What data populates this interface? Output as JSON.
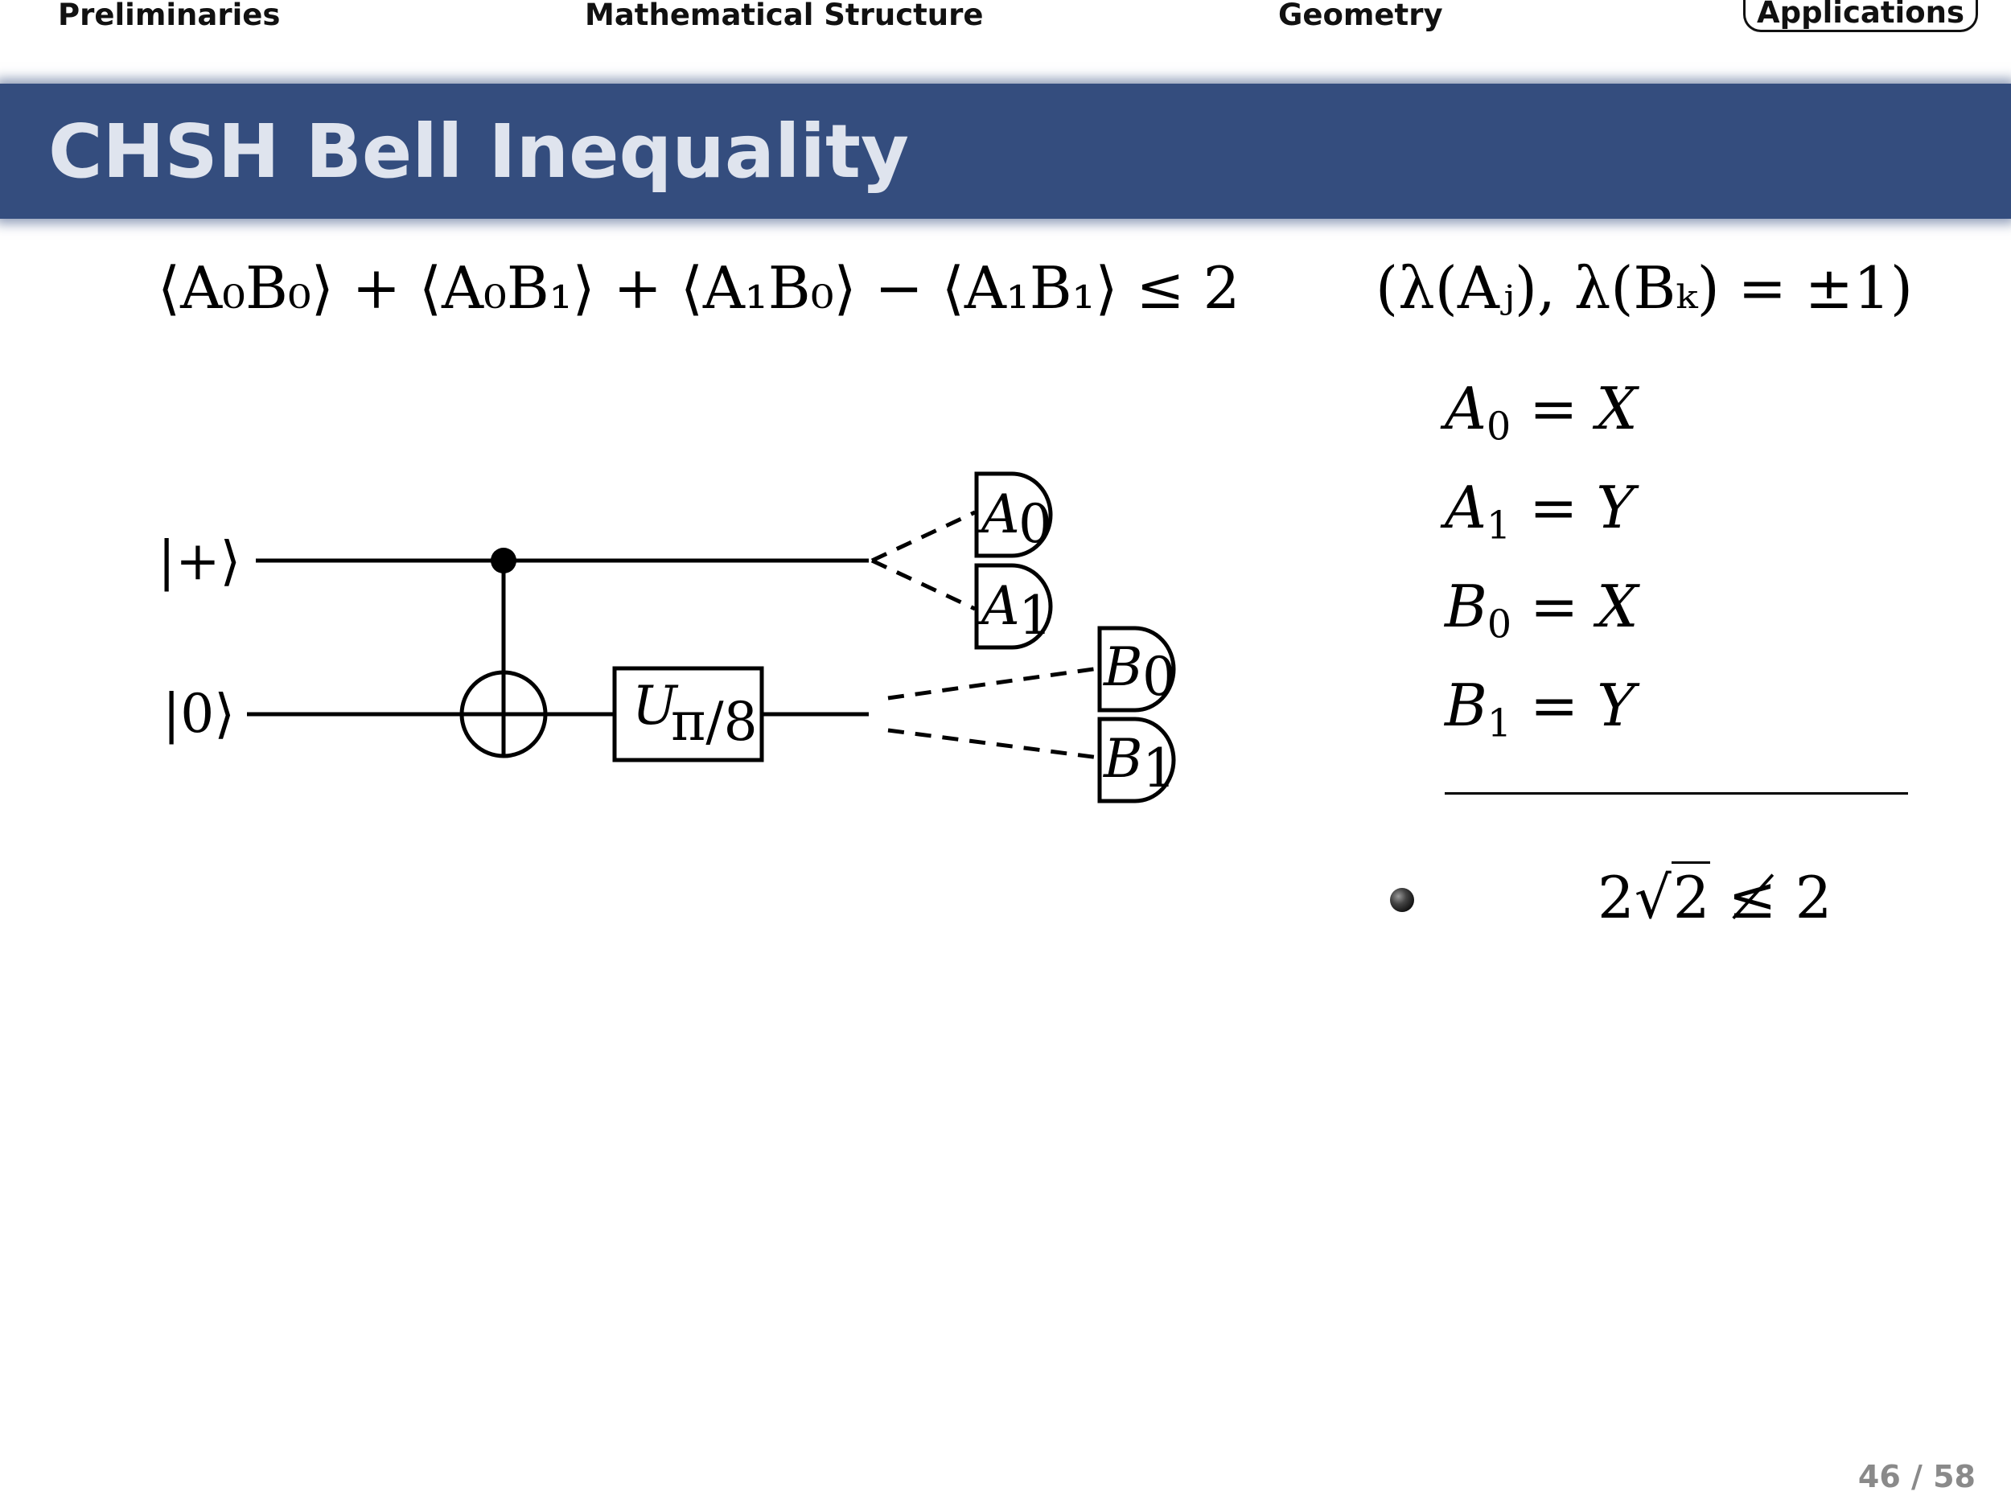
{
  "nav": {
    "items": [
      {
        "label": "Preliminaries",
        "active": false
      },
      {
        "label": "Mathematical Structure",
        "active": false
      },
      {
        "label": "Geometry",
        "active": false
      },
      {
        "label": "Applications",
        "active": true
      }
    ]
  },
  "slide": {
    "title": "CHSH Bell Inequality",
    "page": "46 / 58"
  },
  "inequality": {
    "lhs": "⟨A₀B₀⟩ + ⟨A₀B₁⟩ + ⟨A₁B₀⟩ − ⟨A₁B₁⟩ ≤ 2",
    "condition": "(λ(Aⱼ), λ(Bₖ) = ±1)"
  },
  "definitions": [
    {
      "lhs": "A",
      "sub": "0",
      "rhs": "X"
    },
    {
      "lhs": "A",
      "sub": "1",
      "rhs": "Y"
    },
    {
      "lhs": "B",
      "sub": "0",
      "rhs": "X"
    },
    {
      "lhs": "B",
      "sub": "1",
      "rhs": "Y"
    }
  ],
  "result": {
    "coefficient": "2",
    "radicand": "2",
    "relation": "≰",
    "bound": "2"
  },
  "circuit": {
    "inputs": {
      "top": "|+⟩",
      "bottom": "|0⟩"
    },
    "gate": {
      "symbol": "U",
      "sub": "π/8"
    },
    "detectors": [
      {
        "label": "A",
        "sub": "0"
      },
      {
        "label": "A",
        "sub": "1"
      },
      {
        "label": "B",
        "sub": "0"
      },
      {
        "label": "B",
        "sub": "1"
      }
    ]
  },
  "colors": {
    "title_bar": "#344d7e",
    "title_text": "#dfe4ee",
    "page_number": "#8a8a8a"
  }
}
